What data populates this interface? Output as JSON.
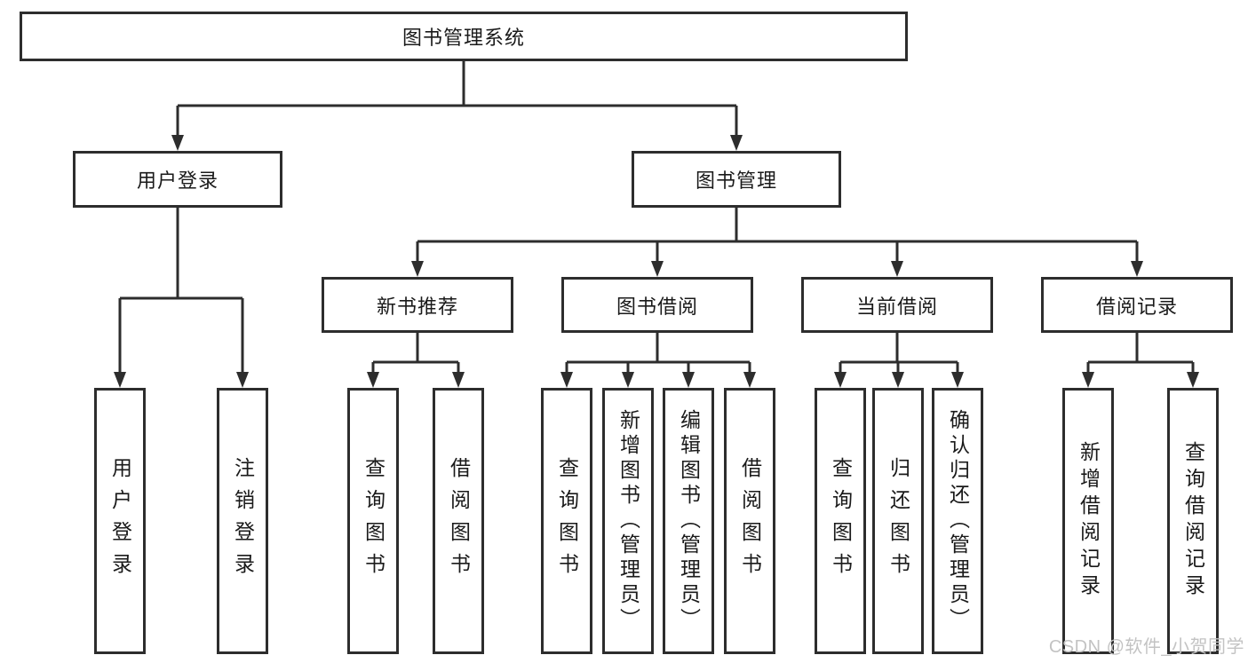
{
  "tree": {
    "root": "图书管理系统",
    "children": [
      {
        "label": "用户登录",
        "children": [
          "用户登录",
          "注销登录"
        ]
      },
      {
        "label": "图书管理",
        "children": [
          {
            "label": "新书推荐",
            "children": [
              "查询图书",
              "借阅图书"
            ]
          },
          {
            "label": "图书借阅",
            "children": [
              "查询图书",
              "新增图书（管理员）",
              "编辑图书（管理员）",
              "借阅图书"
            ]
          },
          {
            "label": "当前借阅",
            "children": [
              "查询图书",
              "归还图书",
              "确认归还（管理员）"
            ]
          },
          {
            "label": "借阅记录",
            "children": [
              "新增借阅记录",
              "查询借阅记录"
            ]
          }
        ]
      }
    ]
  },
  "watermark": "CSDN @软件_小贺同学",
  "colors": {
    "line": "#2d2d2d",
    "text": "#1a1a1a",
    "background": "#ffffff",
    "watermark": "#c3c3c3"
  }
}
